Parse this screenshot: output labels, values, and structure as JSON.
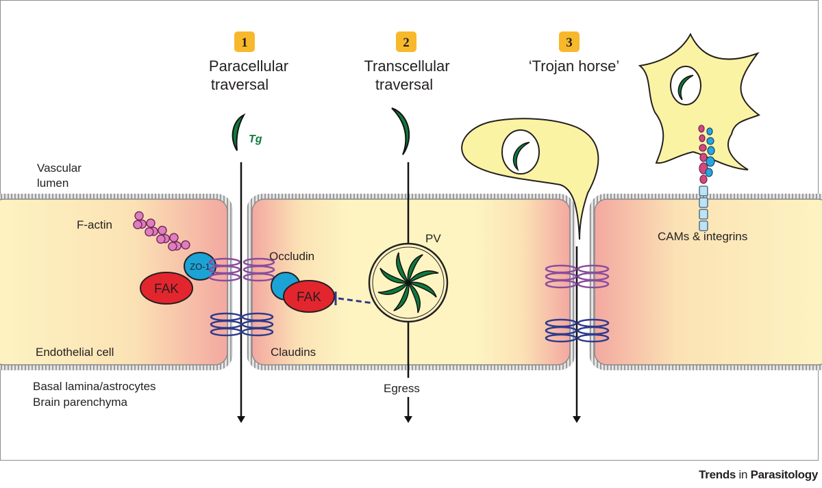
{
  "routes": [
    {
      "number": "1",
      "line1": "Paracellular",
      "line2": "traversal"
    },
    {
      "number": "2",
      "line1": "Transcellular",
      "line2": "traversal"
    },
    {
      "number": "3",
      "line1": "‘Trojan horse’",
      "line2": ""
    }
  ],
  "regions": {
    "vascular_line1": "Vascular",
    "vascular_line2": "lumen",
    "endothelial": "Endothelial cell",
    "basal_line1": "Basal lamina/astrocytes",
    "basal_line2": "Brain parenchyma"
  },
  "molecules": {
    "parasite": "Tg",
    "f_actin": "F-actin",
    "zo1": "ZO-1",
    "fak_1": "FAK",
    "fak_2": "FAK",
    "occludin": "Occludin",
    "claudins": "Claudins",
    "pv": "PV",
    "egress": "Egress",
    "cams": "CAMs & integrins"
  },
  "journal": {
    "bold": "Trends",
    "light": " in ",
    "bold2": "Parasitology"
  },
  "colors": {
    "badge": "#f7b92b",
    "parasite_green": "#0f7a3c",
    "fak_red": "#e3262e",
    "zo1_blue": "#1ba3d6",
    "occludin_purple": "#8a4c9e",
    "claudin_navy": "#2e3a8c",
    "cell_cream": "#fdf4c2",
    "cell_pink": "#f3a8a0",
    "immune_yellow": "#fbf3a4"
  }
}
